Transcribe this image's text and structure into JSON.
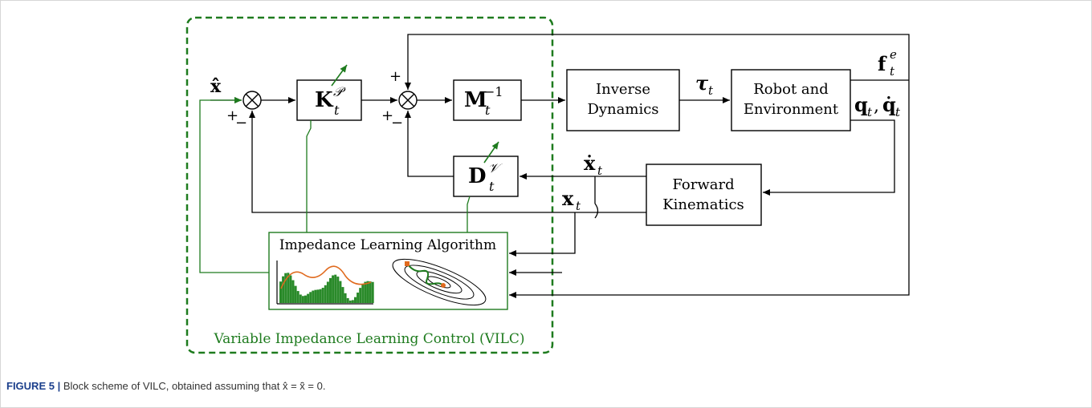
{
  "blocks": {
    "k_gain": {
      "label": "K",
      "sup": "𝒫",
      "sub": "t"
    },
    "m_inv": {
      "label": "M",
      "sup": "−1",
      "sub": "t"
    },
    "d_gain": {
      "label": "D",
      "sup": "𝒱",
      "sub": "t"
    },
    "inverse_dynamics": {
      "line1": "Inverse",
      "line2": "Dynamics"
    },
    "robot_environment": {
      "line1": "Robot and",
      "line2": "Environment"
    },
    "forward_kinematics": {
      "line1": "Forward",
      "line2": "Kinematics"
    },
    "learning": {
      "title": "Impedance Learning Algorithm"
    }
  },
  "signals": {
    "x_hat": "x̂",
    "tau": "τ",
    "tau_sub": "t",
    "fe": "f",
    "fe_sup": "e",
    "fe_sub": "t",
    "q_pair": "q",
    "q_sub": "t",
    "q_dot": "q̇",
    "x_dot": "ẋ",
    "x_t": "x",
    "sub_t": "t"
  },
  "signs": {
    "plus": "+",
    "minus": "−"
  },
  "region_label": "Variable Impedance Learning Control (VILC)",
  "caption": {
    "label": "FIGURE 5 |",
    "text": "Block scheme of VILC, obtained assuming that ẋ̂ = ẍ̂ = 0."
  },
  "colors": {
    "line": "#000000",
    "learning": "#1e7b1e",
    "accent": "#e06a1e",
    "bars": "#2a8a2a"
  }
}
